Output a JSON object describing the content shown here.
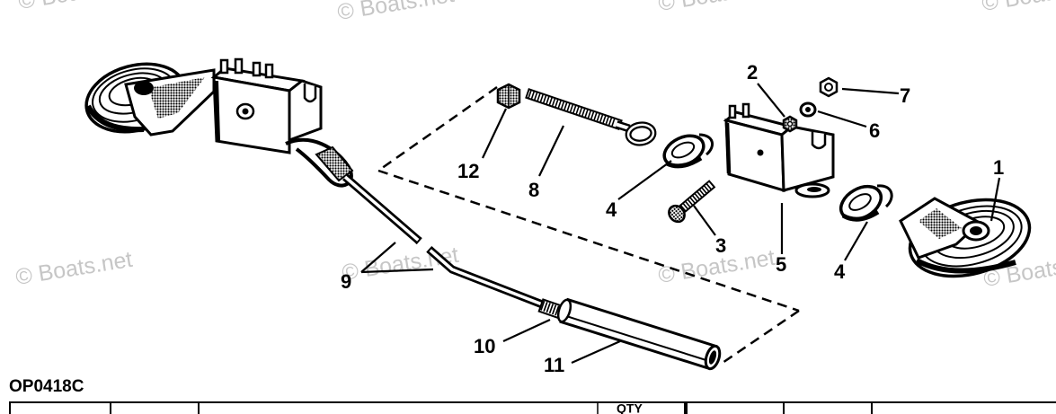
{
  "watermark": "© Boats.net",
  "figure_code": "OP0418C",
  "callouts": [
    "1",
    "2",
    "3",
    "4",
    "4",
    "5",
    "6",
    "7",
    "8",
    "9",
    "10",
    "11",
    "12"
  ],
  "table": {
    "qty_header": "QTY"
  },
  "colors": {
    "line": "#000000",
    "background": "#ffffff",
    "watermark": "#c6c6c6"
  }
}
